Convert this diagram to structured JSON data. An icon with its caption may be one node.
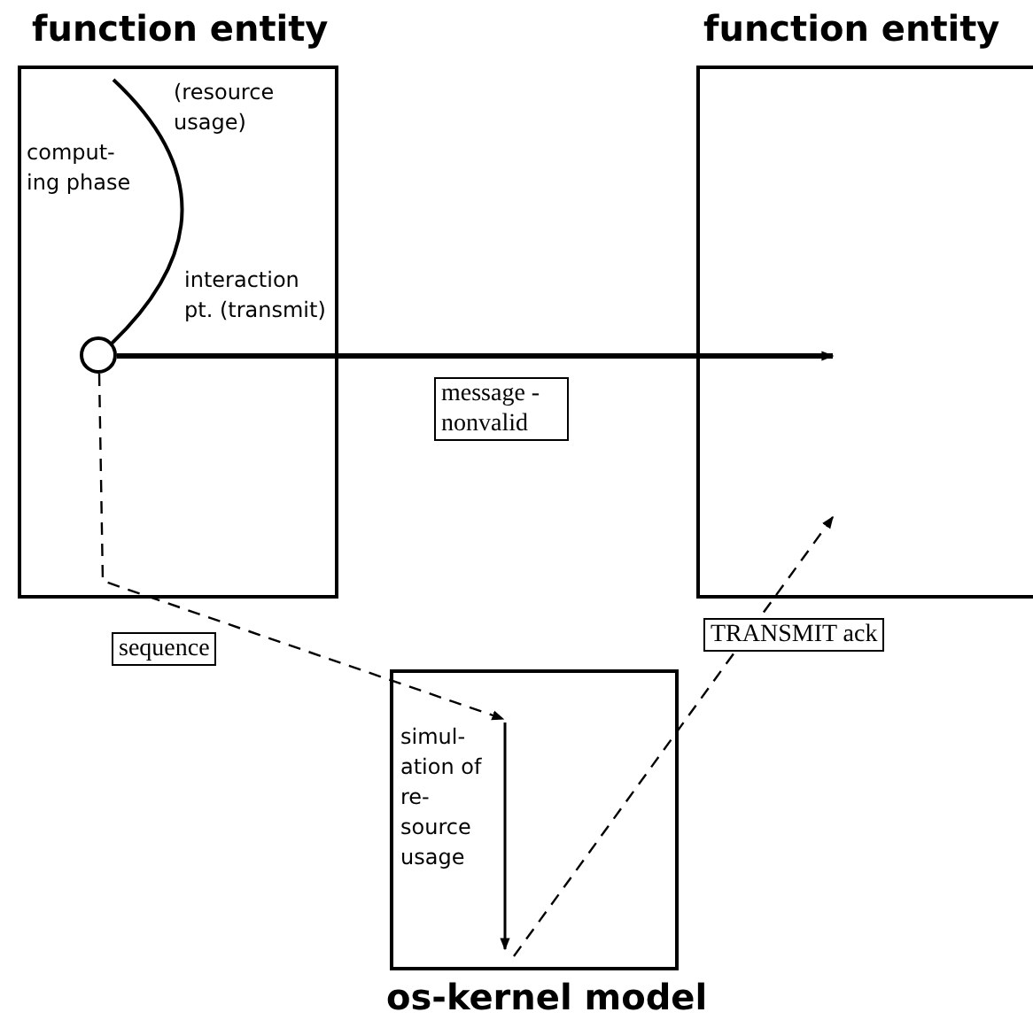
{
  "diagram": {
    "nodes": [
      {
        "text": [
          "function entity"
        ]
      },
      {
        "text": [],
        "shape": "circle",
        "in": 0
      },
      {
        "text": [
          "function entity"
        ]
      },
      {
        "text": [
          "os-kernel model"
        ]
      }
    ],
    "edges": [
      {
        "from": 1,
        "to": 2,
        "arrow": "to",
        "label": "message - nonvalid",
        "style": "thick"
      },
      {
        "from": 1,
        "to": 3,
        "arrow": "to",
        "label": "sequence",
        "style": "dashed"
      },
      {
        "from": 3,
        "to": 2,
        "arrow": "to",
        "label": "TRANSMIT ack",
        "style": "dashed"
      }
    ],
    "labels": [
      "(resource usage)",
      "comput- ing phase",
      "interaction pt. (transmit)",
      "simul- ation of re- source usage"
    ]
  }
}
